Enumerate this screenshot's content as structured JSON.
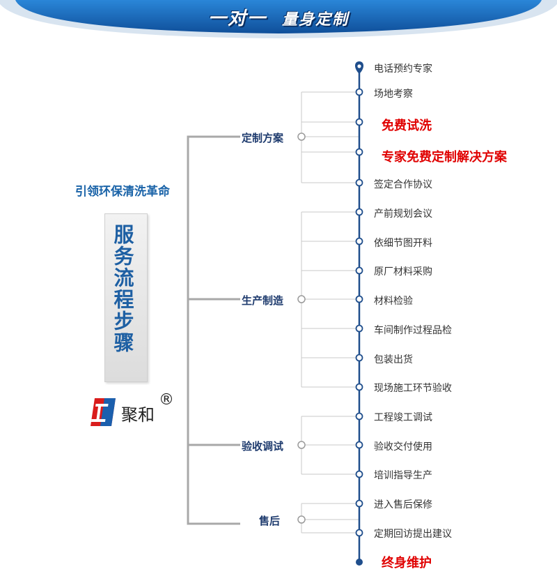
{
  "banner": {
    "title_part1": "一对一",
    "title_part2": "量身定制"
  },
  "slogan": "引领环保清洗革命",
  "heading_vertical": "服务流程步骤",
  "brand": {
    "name": "聚和",
    "mark": "®"
  },
  "categories": [
    {
      "label": "定制方案"
    },
    {
      "label": "生产制造"
    },
    {
      "label": "验收调试"
    },
    {
      "label": "售后"
    }
  ],
  "steps": [
    {
      "label": "电话预约专家",
      "highlight": false
    },
    {
      "label": "场地考察",
      "highlight": false
    },
    {
      "label": "免费试洗",
      "highlight": true
    },
    {
      "label": "专家免费定制解决方案",
      "highlight": true
    },
    {
      "label": "签定合作协议",
      "highlight": false
    },
    {
      "label": "产前规划会议",
      "highlight": false
    },
    {
      "label": "依细节图开料",
      "highlight": false
    },
    {
      "label": "原厂材料采购",
      "highlight": false
    },
    {
      "label": "材料检验",
      "highlight": false
    },
    {
      "label": "车间制作过程品检",
      "highlight": false
    },
    {
      "label": "包装出货",
      "highlight": false
    },
    {
      "label": "现场施工环节验收",
      "highlight": false
    },
    {
      "label": "工程竣工调试",
      "highlight": false
    },
    {
      "label": "验收交付使用",
      "highlight": false
    },
    {
      "label": "培训指导生产",
      "highlight": false
    },
    {
      "label": "进入售后保修",
      "highlight": false
    },
    {
      "label": "定期回访提出建议",
      "highlight": false
    },
    {
      "label": "终身维护",
      "highlight": true
    }
  ],
  "colors": {
    "banner_blue": "#1565b5",
    "timeline_blue": "#1f4e8c",
    "gray_line": "#c8c8c8",
    "bracket_gray": "#a8a8a8",
    "highlight_red": "#e00000",
    "slogan_blue": "#1a63a8"
  }
}
